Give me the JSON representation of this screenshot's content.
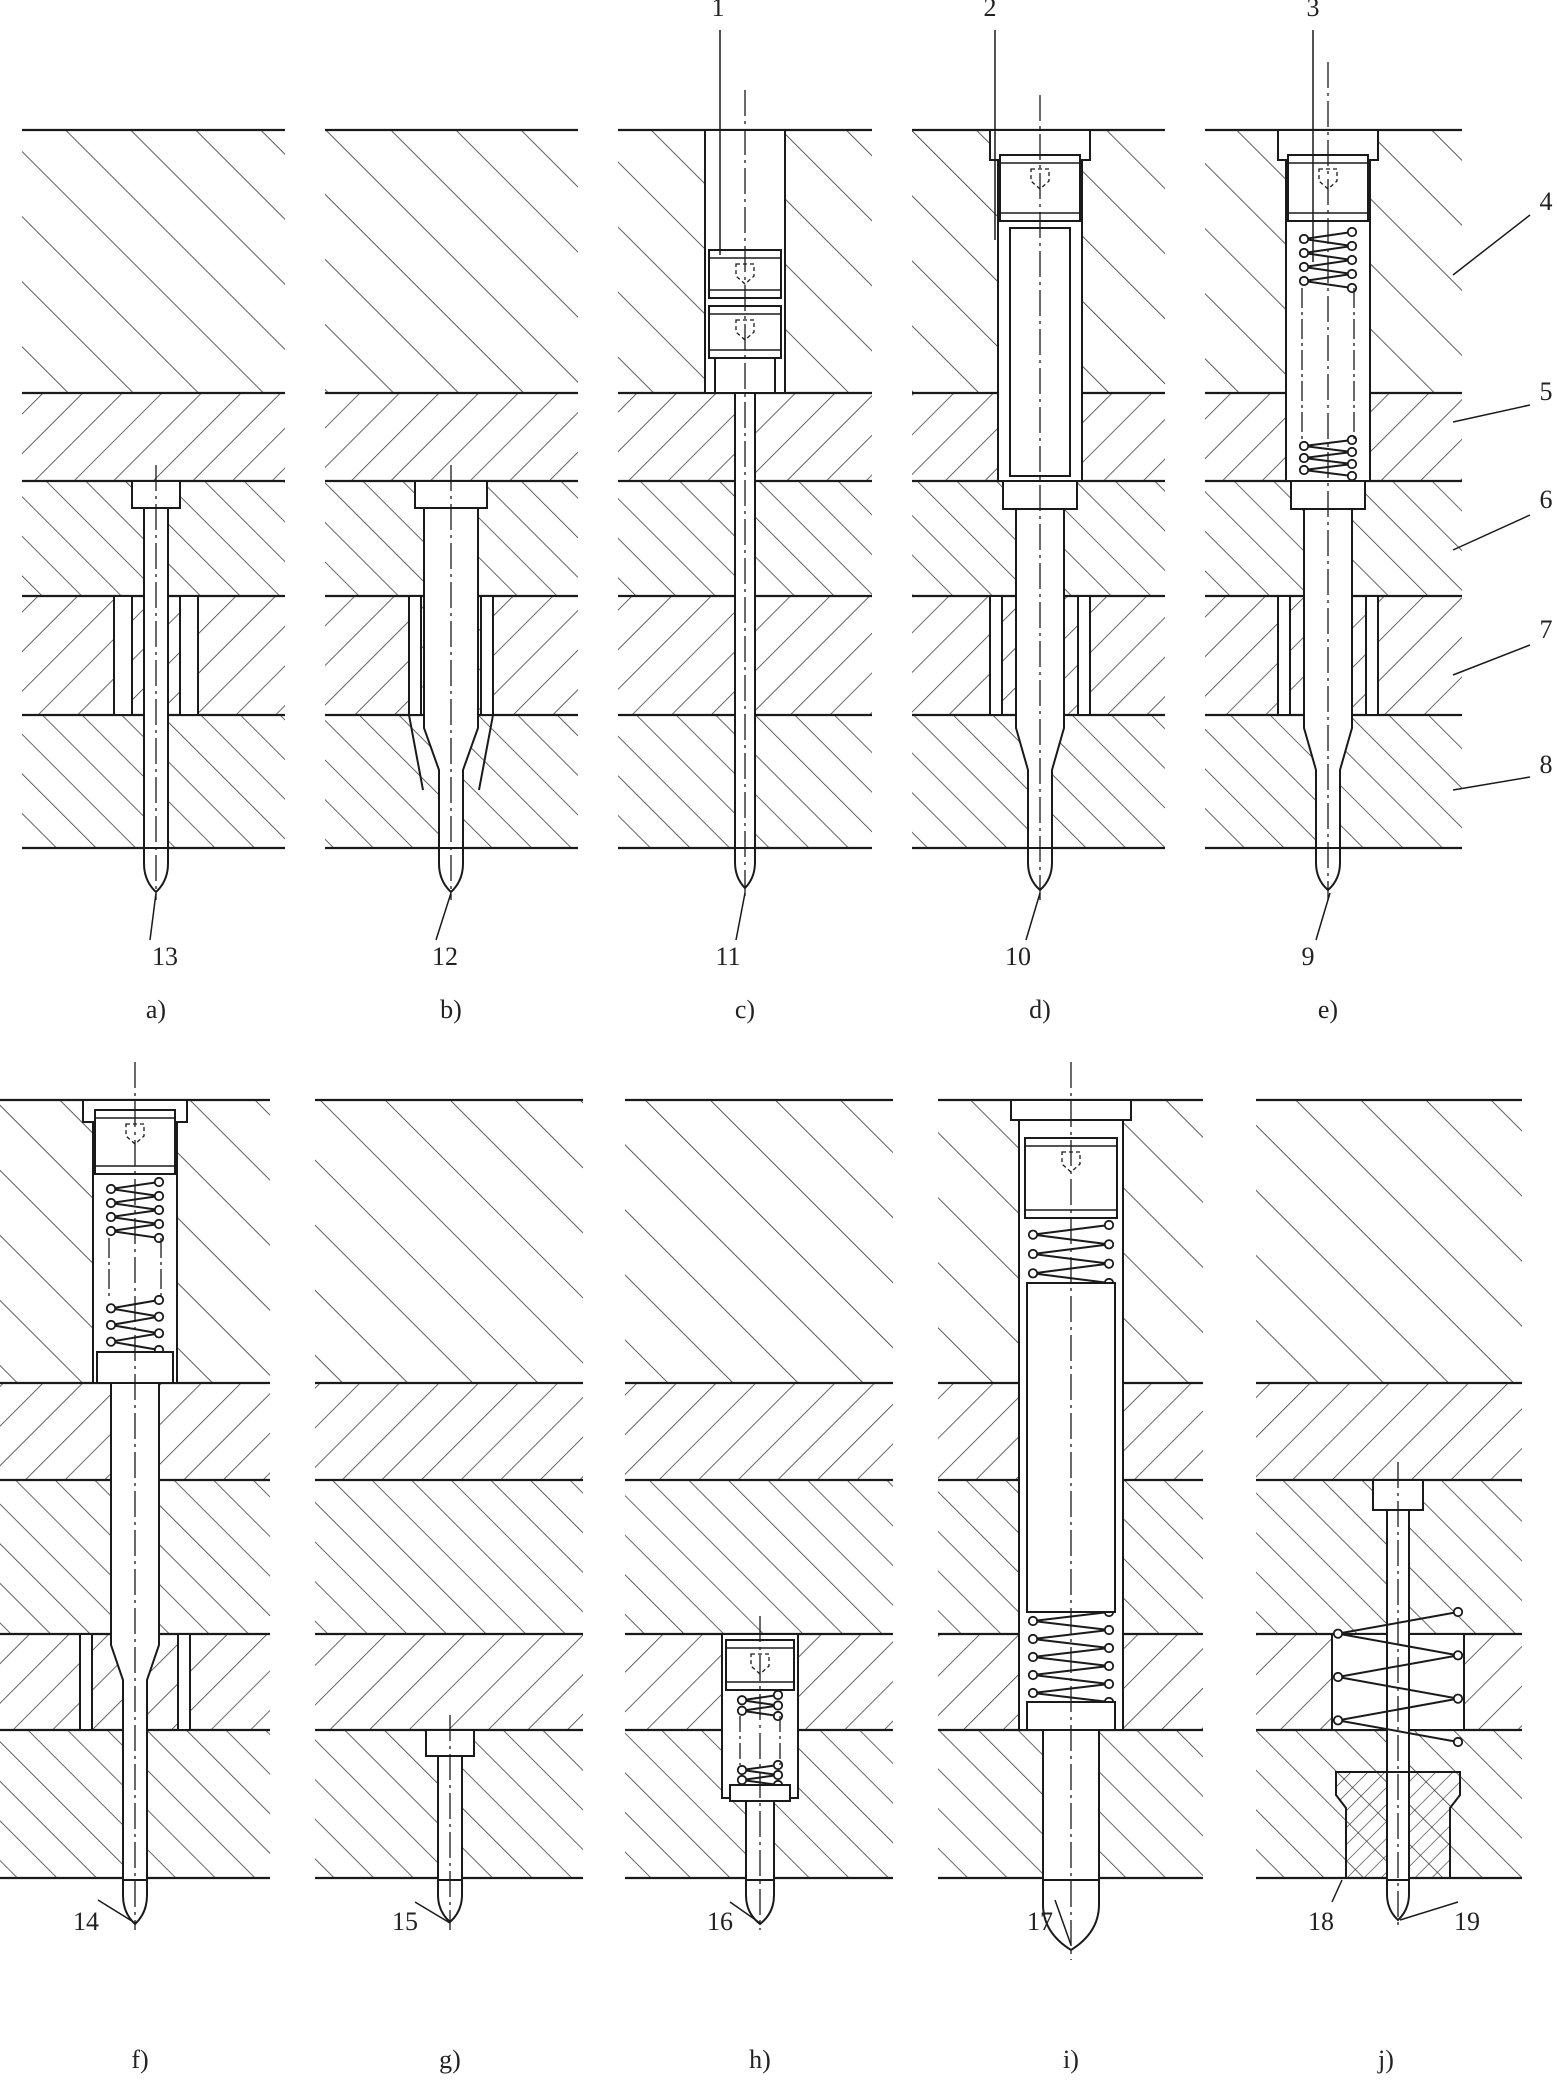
{
  "diagram": {
    "part_numbers": [
      "1",
      "2",
      "3",
      "4",
      "5",
      "6",
      "7",
      "8",
      "9",
      "10",
      "11",
      "12",
      "13",
      "14",
      "15",
      "16",
      "17",
      "18",
      "19"
    ],
    "captions": [
      "a)",
      "b)",
      "c)",
      "d)",
      "e)",
      "f)",
      "g)",
      "h)",
      "i)",
      "j)"
    ]
  },
  "colors": {
    "line": "#1a1a1a",
    "hatch": "#333333",
    "background": "#ffffff"
  }
}
